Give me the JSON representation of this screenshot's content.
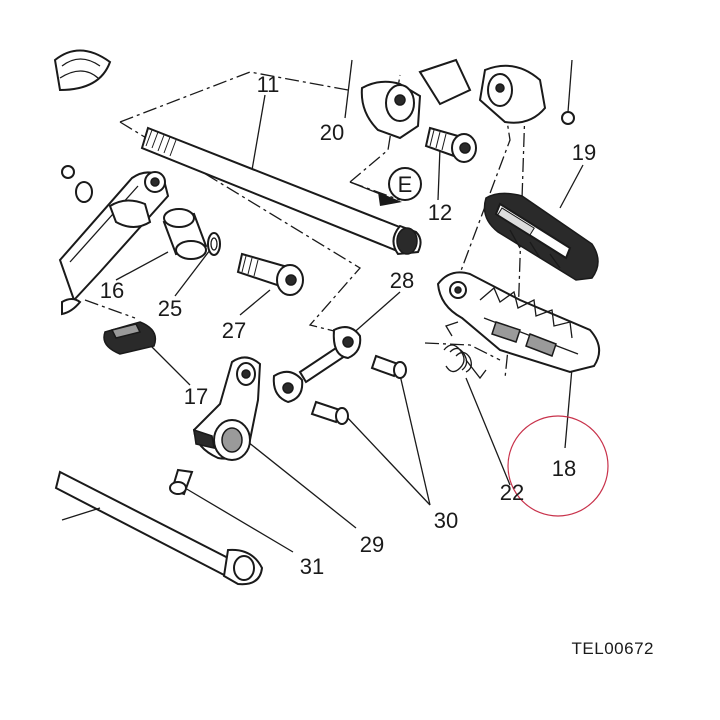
{
  "diagram": {
    "reference_code": "TEL00672",
    "view_marker": "E",
    "highlight_color": "#c8324b",
    "callouts": [
      {
        "id": "11",
        "text": "11"
      },
      {
        "id": "20",
        "text": "20"
      },
      {
        "id": "12",
        "text": "12"
      },
      {
        "id": "19",
        "text": "19"
      },
      {
        "id": "16",
        "text": "16"
      },
      {
        "id": "25",
        "text": "25"
      },
      {
        "id": "27",
        "text": "27"
      },
      {
        "id": "28",
        "text": "28"
      },
      {
        "id": "17",
        "text": "17"
      },
      {
        "id": "18",
        "text": "18"
      },
      {
        "id": "22",
        "text": "22"
      },
      {
        "id": "30",
        "text": "30"
      },
      {
        "id": "29",
        "text": "29"
      },
      {
        "id": "31",
        "text": "31"
      }
    ]
  }
}
